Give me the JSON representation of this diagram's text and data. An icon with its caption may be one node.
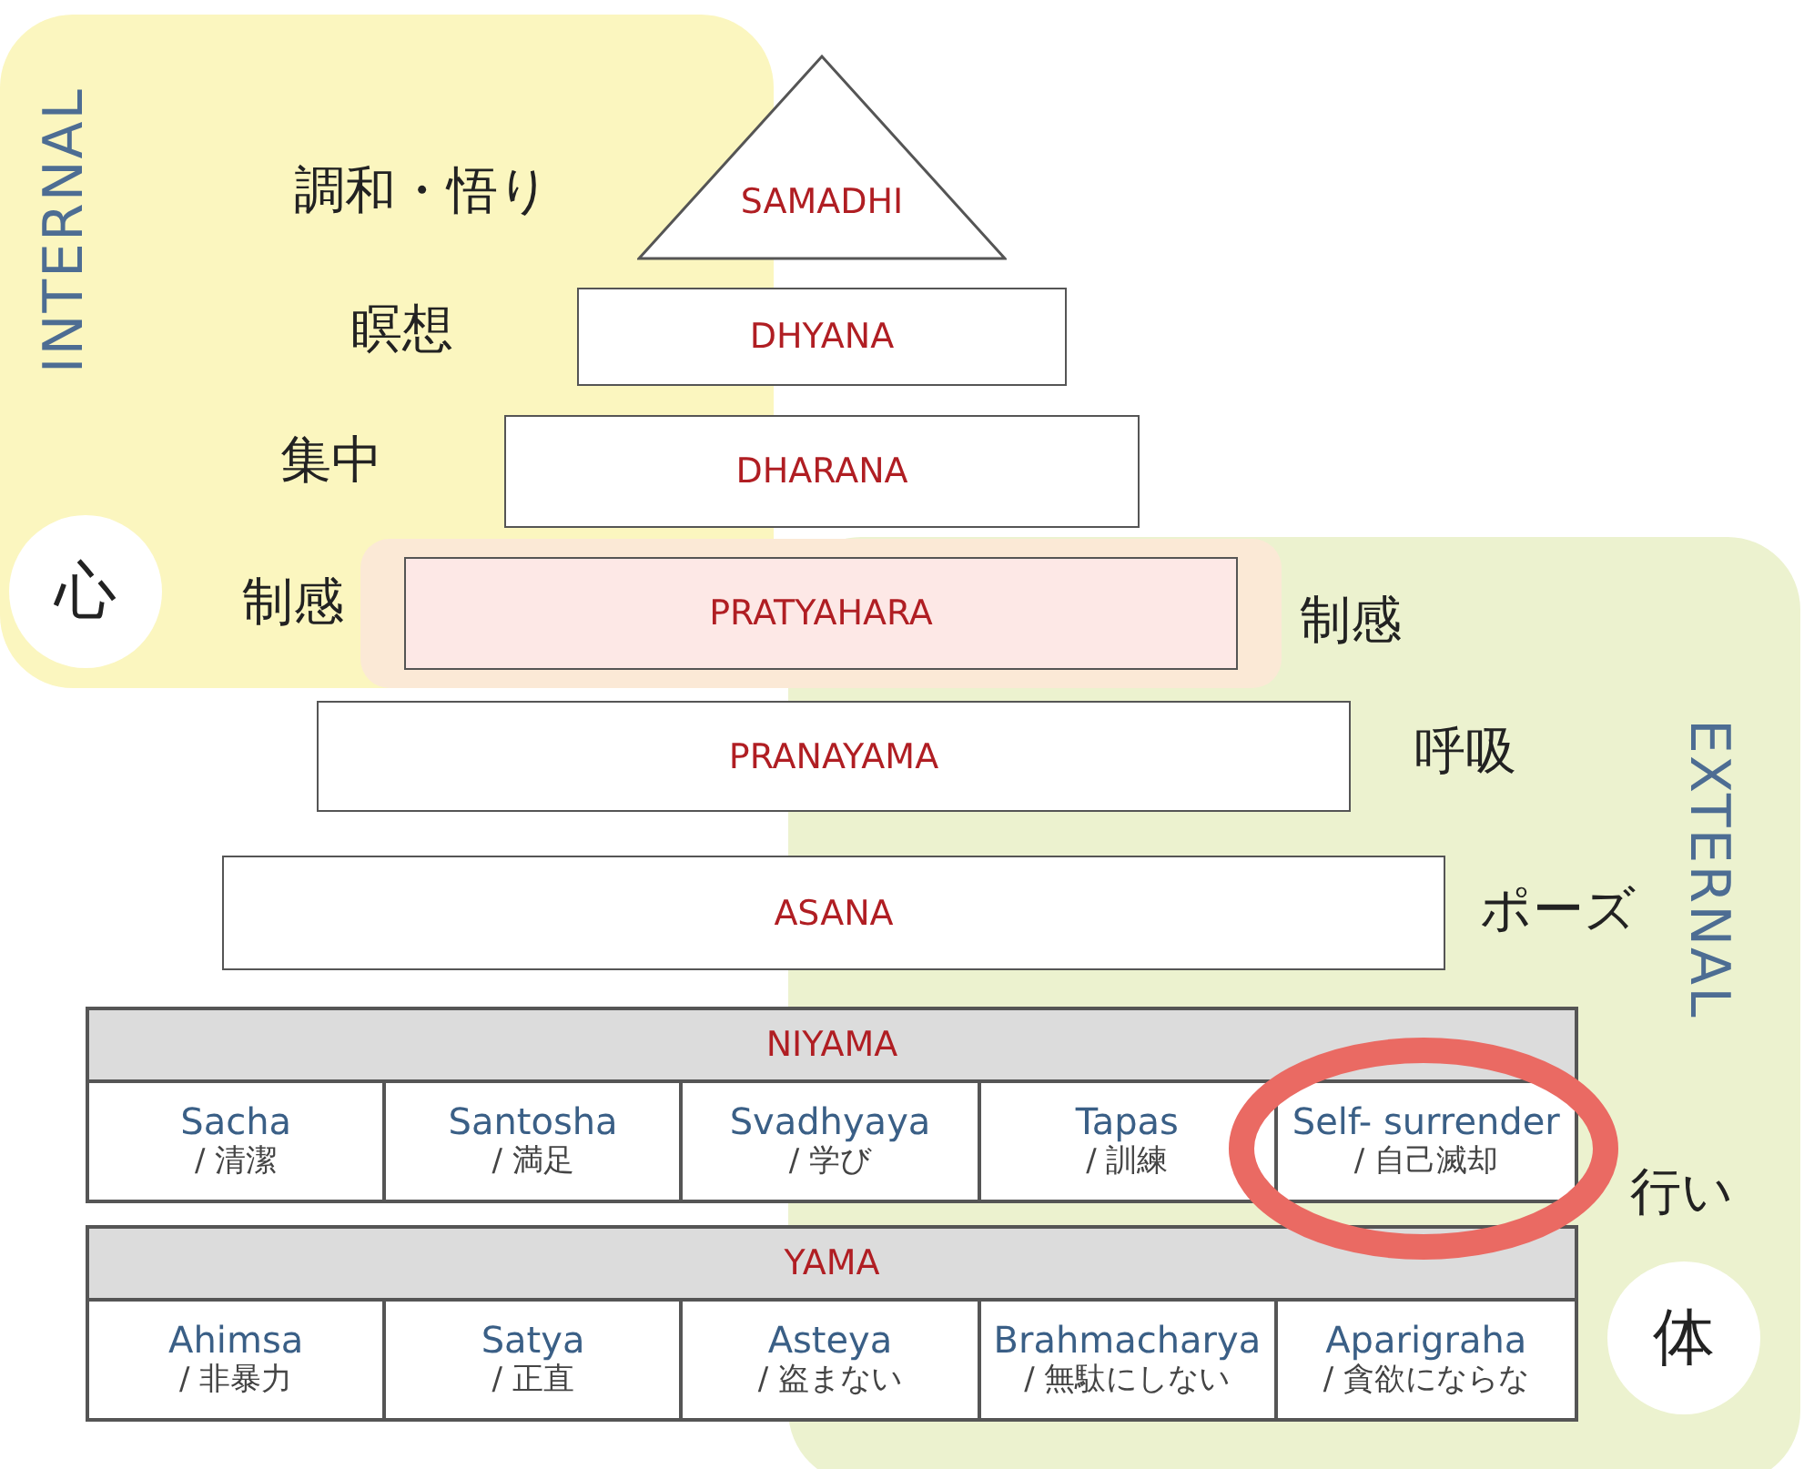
{
  "diagram": {
    "nodes": [
      {
        "text": [
          "SAMADHI"
        ],
        "beside": [
          "調和・悟り"
        ]
      },
      {
        "text": [
          "DHYANA"
        ],
        "beside": [
          "瞑想"
        ]
      },
      {
        "text": [
          "DHARANA"
        ],
        "beside": [
          "集中"
        ]
      },
      {
        "text": [
          "PRATYAHARA"
        ],
        "beside": [
          "制感",
          "制感"
        ]
      },
      {
        "text": [
          "PRANAYAMA"
        ],
        "beside": [
          "呼吸"
        ]
      },
      {
        "text": [
          "ASANA"
        ],
        "beside": [
          "ポーズ"
        ]
      },
      {
        "text": [
          "NIYAMA"
        ],
        "beside": [
          "行い"
        ]
      },
      {
        "text": [
          "Sacha",
          "/ 清潔"
        ],
        "in": 6
      },
      {
        "text": [
          "Santosha",
          "/ 満足"
        ],
        "in": 6
      },
      {
        "text": [
          "Svadhyaya",
          "/ 学び"
        ],
        "in": 6
      },
      {
        "text": [
          "Tapas",
          "/ 訓練"
        ],
        "in": 6
      },
      {
        "text": [
          "Self- surrender",
          "/ 自己滅却"
        ],
        "in": 6
      },
      {
        "text": [
          "YAMA"
        ]
      },
      {
        "text": [
          "Ahimsa",
          "/ 非暴力"
        ],
        "in": 12
      },
      {
        "text": [
          "Satya",
          "/ 正直"
        ],
        "in": 12
      },
      {
        "text": [
          "Asteya",
          "/ 盗まない"
        ],
        "in": 12
      },
      {
        "text": [
          "Brahmacharya",
          "/ 無駄にしない"
        ],
        "in": 12
      },
      {
        "text": [
          "Aparigraha",
          "/ 貪欲にならな"
        ],
        "in": 12
      }
    ],
    "edges": [],
    "labels": [
      "INTERNAL",
      "心",
      "EXTERNAL",
      "体"
    ]
  }
}
